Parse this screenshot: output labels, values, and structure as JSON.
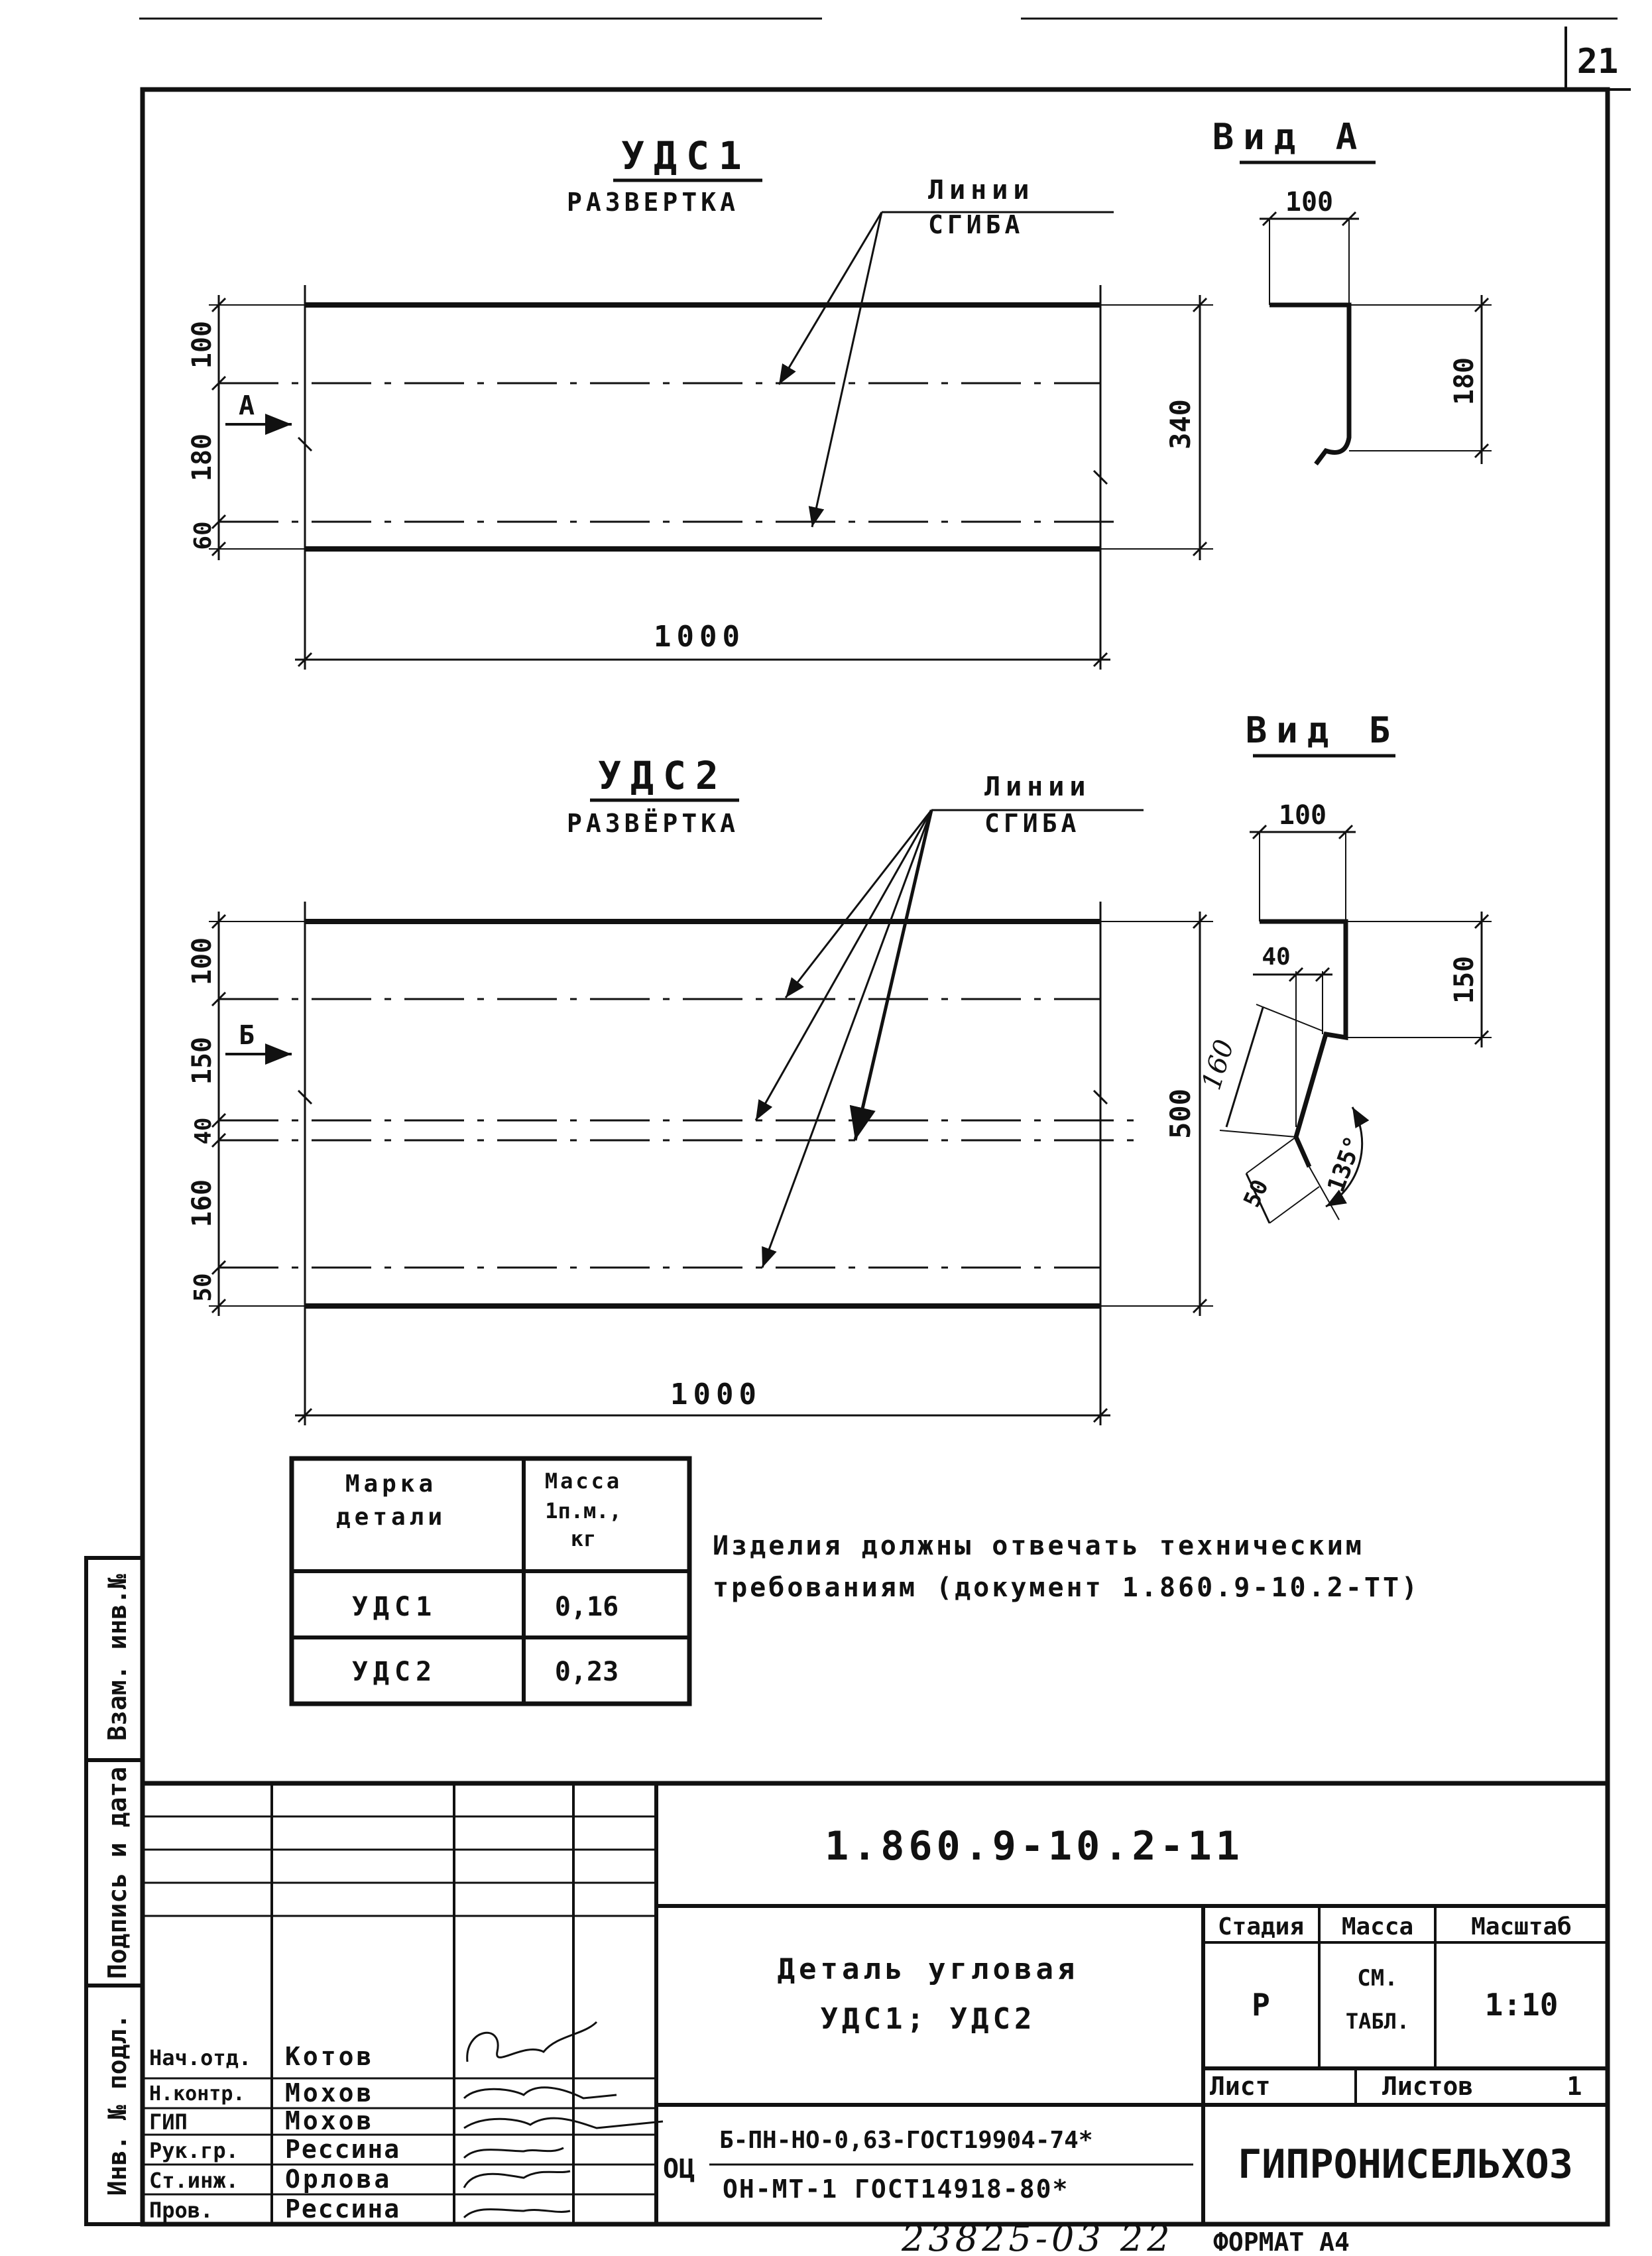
{
  "page_number": "21",
  "udc1": {
    "title": "УДС1",
    "subtitle": "РАЗВЕРТКА",
    "bend_label_1": "Линии",
    "bend_label_2": "СГИБА",
    "dims_vertical": [
      "100",
      "180",
      "60"
    ],
    "overall_height": "340",
    "length": "1000",
    "view_marker": "А"
  },
  "view_a": {
    "title": "Вид А",
    "width": "100",
    "height": "180"
  },
  "udc2": {
    "title": "УДС2",
    "subtitle": "РАЗВЁРТКА",
    "bend_label_1": "Линии",
    "bend_label_2": "СГИБА",
    "dims_vertical": [
      "100",
      "150",
      "40",
      "160",
      "50"
    ],
    "overall_height": "500",
    "length": "1000",
    "view_marker": "Б"
  },
  "view_b": {
    "title": "Вид Б",
    "width": "100",
    "offset": "40",
    "height": "150",
    "slant": "160",
    "lip": "50",
    "angle": "135°"
  },
  "mass_table": {
    "headers": [
      "Марка детали",
      "Масса 1п.м., кг"
    ],
    "header_lines": [
      [
        "Марка",
        "детали"
      ],
      [
        "Масса",
        "1п.м.,",
        "кг"
      ]
    ],
    "rows": [
      [
        "УДС1",
        "0,16"
      ],
      [
        "УДС2",
        "0,23"
      ]
    ]
  },
  "note": {
    "line1": "Изделия должны отвечать техническим",
    "line2": "требованиям (документ 1.860.9-10.2-ТТ)"
  },
  "side_stamp": {
    "vzam": "Взам. инв.№",
    "podpis": "Подпись и дата",
    "inv": "Инв. № подл."
  },
  "title_block": {
    "doc_code": "1.860.9-10.2-11",
    "name_line1": "Деталь угловая",
    "name_line2": "УДС1; УДС2",
    "stage_header": "Стадия",
    "mass_header": "Масса",
    "scale_header": "Масштаб",
    "stage": "Р",
    "mass_line1": "СМ.",
    "mass_line2": "ТАБЛ.",
    "scale": "1:10",
    "sheet_label": "Лист",
    "sheets_label": "Листов",
    "sheets_count": "1",
    "material_prefix": "ОЦ",
    "material_top": "Б-ПН-НО-0,63-ГОСТ19904-74*",
    "material_bottom": "ОН-МТ-1 ГОСТ14918-80*",
    "org": "ГИПРОНИСЕЛЬХОЗ",
    "signatures": [
      {
        "role": "Нач.отд.",
        "name": "Котов"
      },
      {
        "role": "Н.контр.",
        "name": "Мохов"
      },
      {
        "role": "ГИП",
        "name": "Мохов"
      },
      {
        "role": "Рук.гр.",
        "name": "Рессина"
      },
      {
        "role": "Ст.инж.",
        "name": "Орлова"
      },
      {
        "role": "Пров.",
        "name": "Рессина"
      }
    ]
  },
  "footer": {
    "handwritten_number": "23825-03 22",
    "format": "ФОРМАТ А4"
  }
}
